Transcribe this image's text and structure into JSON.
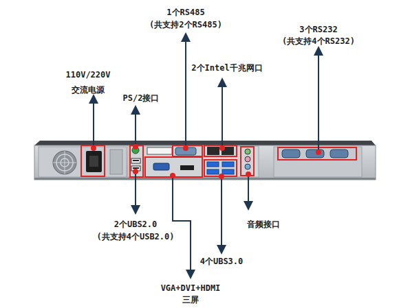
{
  "diagram": {
    "labels": [
      "1个RS485",
      "(共支持2个RS485)",
      "3个RS232",
      "(共支持4个RS232)",
      "110V/220V",
      "交流电源",
      "PS/2接口",
      "2个Intel千兆网口",
      "2个UBS2.0",
      "(共支持4个USB2.0)",
      "音频接口",
      "4个UBS3.0",
      "VGA+DVI+HDMI",
      "三屏"
    ]
  }
}
